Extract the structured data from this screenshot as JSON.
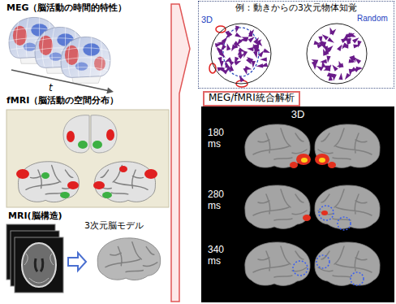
{
  "diagram": {
    "nodes": [
      {
        "text": [
          "fMRI（脳活動の空間分布）"
        ]
      },
      {
        "text": [
          "例：動きからの3次元物体知覚"
        ]
      },
      {
        "text": [
          "3D"
        ],
        "in": 1
      },
      {
        "text": [
          "Random"
        ],
        "in": 1
      },
      {
        "text": [
          "MEG/fMRI統合解析"
        ]
      },
      {
        "text": [
          "3D",
          "180 ms",
          "280 ms",
          "340 ms"
        ]
      }
    ],
    "labels": [
      "MEG（脳活動の時間的特性）",
      "t",
      "MRI(脳構造)",
      "3次元脳モデル"
    ]
  }
}
